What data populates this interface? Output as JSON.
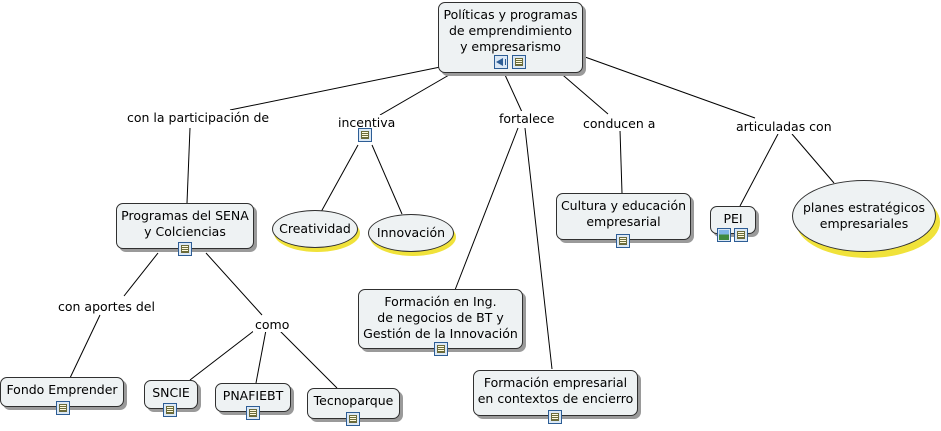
{
  "nodes": {
    "root": "Políticas y programas\nde emprendimiento\ny empresarismo",
    "sena": "Programas del SENA\ny Colciencias",
    "creatividad": "Creatividad",
    "innovacion": "Innovación",
    "formacion_ing": "Formación en Ing.\nde negocios de BT y\nGestión de la Innovación",
    "formacion_emp": "Formación empresarial\nen contextos de encierro",
    "cultura": "Cultura y educación\nempresarial",
    "pei": "PEI",
    "planes": "planes estratégicos\nempresariales",
    "fondo": "Fondo Emprender",
    "sncie": "SNCIE",
    "pnafiebt": "PNAFIEBT",
    "tecnoparque": "Tecnoparque"
  },
  "links": {
    "participacion": "con la participación de",
    "incentiva": "incentiva",
    "fortalece": "fortalece",
    "conducen": "conducen a",
    "articuladas": "articuladas con",
    "aportes": "con aportes del",
    "como": "como"
  },
  "colors": {
    "node_fill": "#eef2f3",
    "ellipse_shadow": "#f0e23a",
    "icon_border": "#2d5d95"
  }
}
